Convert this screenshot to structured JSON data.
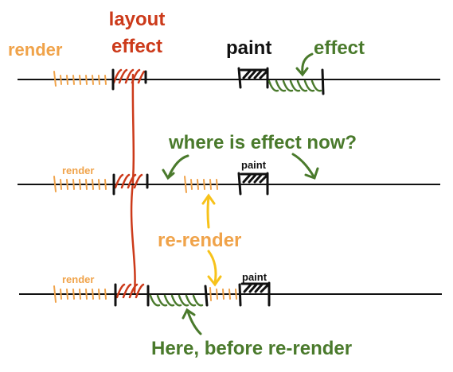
{
  "labels": {
    "render_top": "render",
    "layout_effect_line1": "layout",
    "layout_effect_line2": "effect",
    "paint_top": "paint",
    "effect_top": "effect",
    "where_is_effect": "where is effect now?",
    "render_mid": "render",
    "paint_mid": "paint",
    "re_render": "re-render",
    "render_bottom": "render",
    "paint_bottom": "paint",
    "here_before": "Here, before re-render"
  },
  "colors": {
    "render": "#f0a34a",
    "layout_effect": "#cc3a1a",
    "paint": "#111111",
    "effect": "#4a7a2c",
    "re_render": "#f7c21a",
    "timeline": "#111111"
  }
}
